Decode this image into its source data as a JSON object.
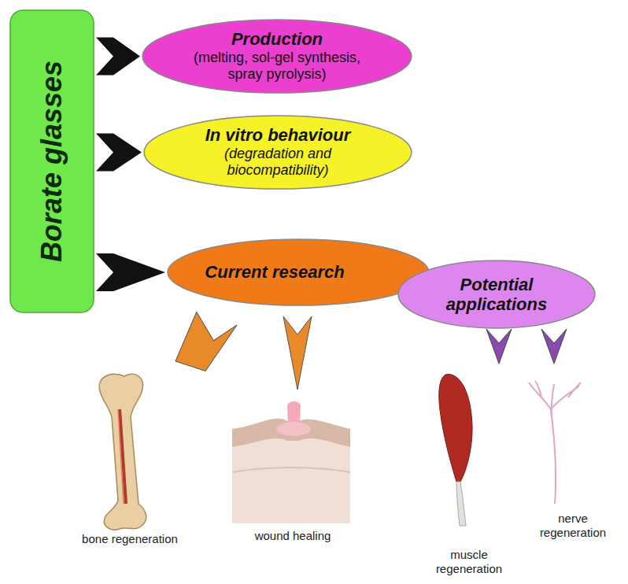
{
  "diagram": {
    "nodes": [
      {
        "text": [
          "Borate glasses"
        ]
      },
      {
        "text": [
          "Production",
          "(melting, sol-gel synthesis, spray pyrolysis)"
        ]
      },
      {
        "text": [
          "In vitro behaviour",
          "(degradation and biocompatibility)"
        ]
      },
      {
        "text": [
          "Current research"
        ]
      },
      {
        "text": [
          "Potential applications"
        ]
      }
    ],
    "edges": [
      {
        "from": 0,
        "to": 1,
        "arrow": "to"
      },
      {
        "from": 0,
        "to": 2,
        "arrow": "to"
      },
      {
        "from": 0,
        "to": 3,
        "arrow": "to"
      }
    ],
    "labels": [
      "bone regeneration",
      "wound healing",
      "muscle regeneration",
      "nerve regeneration"
    ]
  }
}
